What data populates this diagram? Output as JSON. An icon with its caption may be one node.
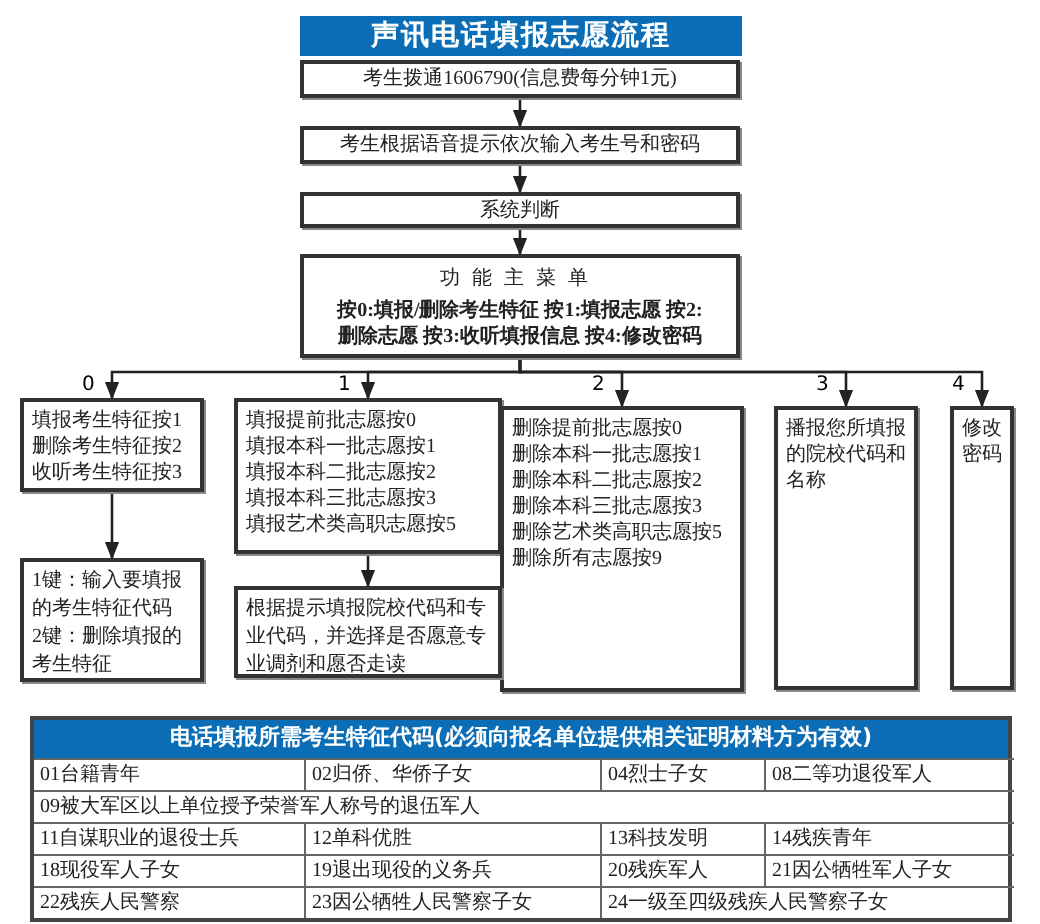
{
  "diagram": {
    "title": "声讯电话填报志愿流程",
    "nodes": [
      {
        "text": [
          "考生拨通1606790(信息费每分钟1元)"
        ]
      },
      {
        "text": [
          "考生根据语音提示依次输入考生号和密码"
        ]
      },
      {
        "text": [
          "系统判断"
        ]
      },
      {
        "text": [
          "功能主菜单",
          "按0:填报/删除考生特征 按1:填报志愿 按2:删除志愿 按3:收听填报信息 按4:修改密码"
        ]
      },
      {
        "text": [
          "填报考生特征按1",
          "删除考生特征按2",
          "收听考生特征按3"
        ]
      },
      {
        "text": [
          "填报提前批志愿按0",
          "填报本科一批志愿按1",
          "填报本科二批志愿按2",
          "填报本科三批志愿按3",
          "填报艺术类高职志愿按5"
        ]
      },
      {
        "text": [
          "删除提前批志愿按0",
          "删除本科一批志愿按1",
          "删除本科二批志愿按2",
          "删除本科三批志愿按3",
          "删除艺术类高职志愿按5",
          "删除所有志愿按9"
        ]
      },
      {
        "text": [
          "播报您所填报的院校代码和名称"
        ]
      },
      {
        "text": [
          "修改密码"
        ]
      },
      {
        "text": [
          "1键：输入要填报的考生特征代码",
          "2键：删除填报的考生特征"
        ]
      },
      {
        "text": [
          "根据提示填报院校代码和专业代码，并选择是否愿意专业调剂和愿否走读"
        ]
      }
    ],
    "edges": [
      {
        "from": 0,
        "to": 1,
        "arrow": "to"
      },
      {
        "from": 1,
        "to": 2,
        "arrow": "to"
      },
      {
        "from": 2,
        "to": 3,
        "arrow": "to"
      },
      {
        "from": 3,
        "to": 4,
        "arrow": "to",
        "label": "0"
      },
      {
        "from": 3,
        "to": 5,
        "arrow": "to",
        "label": "1"
      },
      {
        "from": 3,
        "to": 6,
        "arrow": "to",
        "label": "2"
      },
      {
        "from": 3,
        "to": 7,
        "arrow": "to",
        "label": "3"
      },
      {
        "from": 3,
        "to": 8,
        "arrow": "to",
        "label": "4"
      },
      {
        "from": 4,
        "to": 9,
        "arrow": "to"
      },
      {
        "from": 5,
        "to": 10,
        "arrow": "to"
      }
    ],
    "labels": [
      "电话填报所需考生特征代码(必须向报名单位提供相关证明材料方为有效)",
      "01台籍青年",
      "02归侨、华侨子女",
      "04烈士子女",
      "08二等功退役军人",
      "09被大军区以上单位授予荣誉军人称号的退伍军人",
      "11自谋职业的退役士兵",
      "12单科优胜",
      "13科技发明",
      "14残疾青年",
      "18现役军人子女",
      "19退出现役的义务兵",
      "20残疾军人",
      "21因公牺牲军人子女",
      "22残疾人民警察",
      "23因公牺牲人民警察子女",
      "24一级至四级残疾人民警察子女"
    ]
  }
}
